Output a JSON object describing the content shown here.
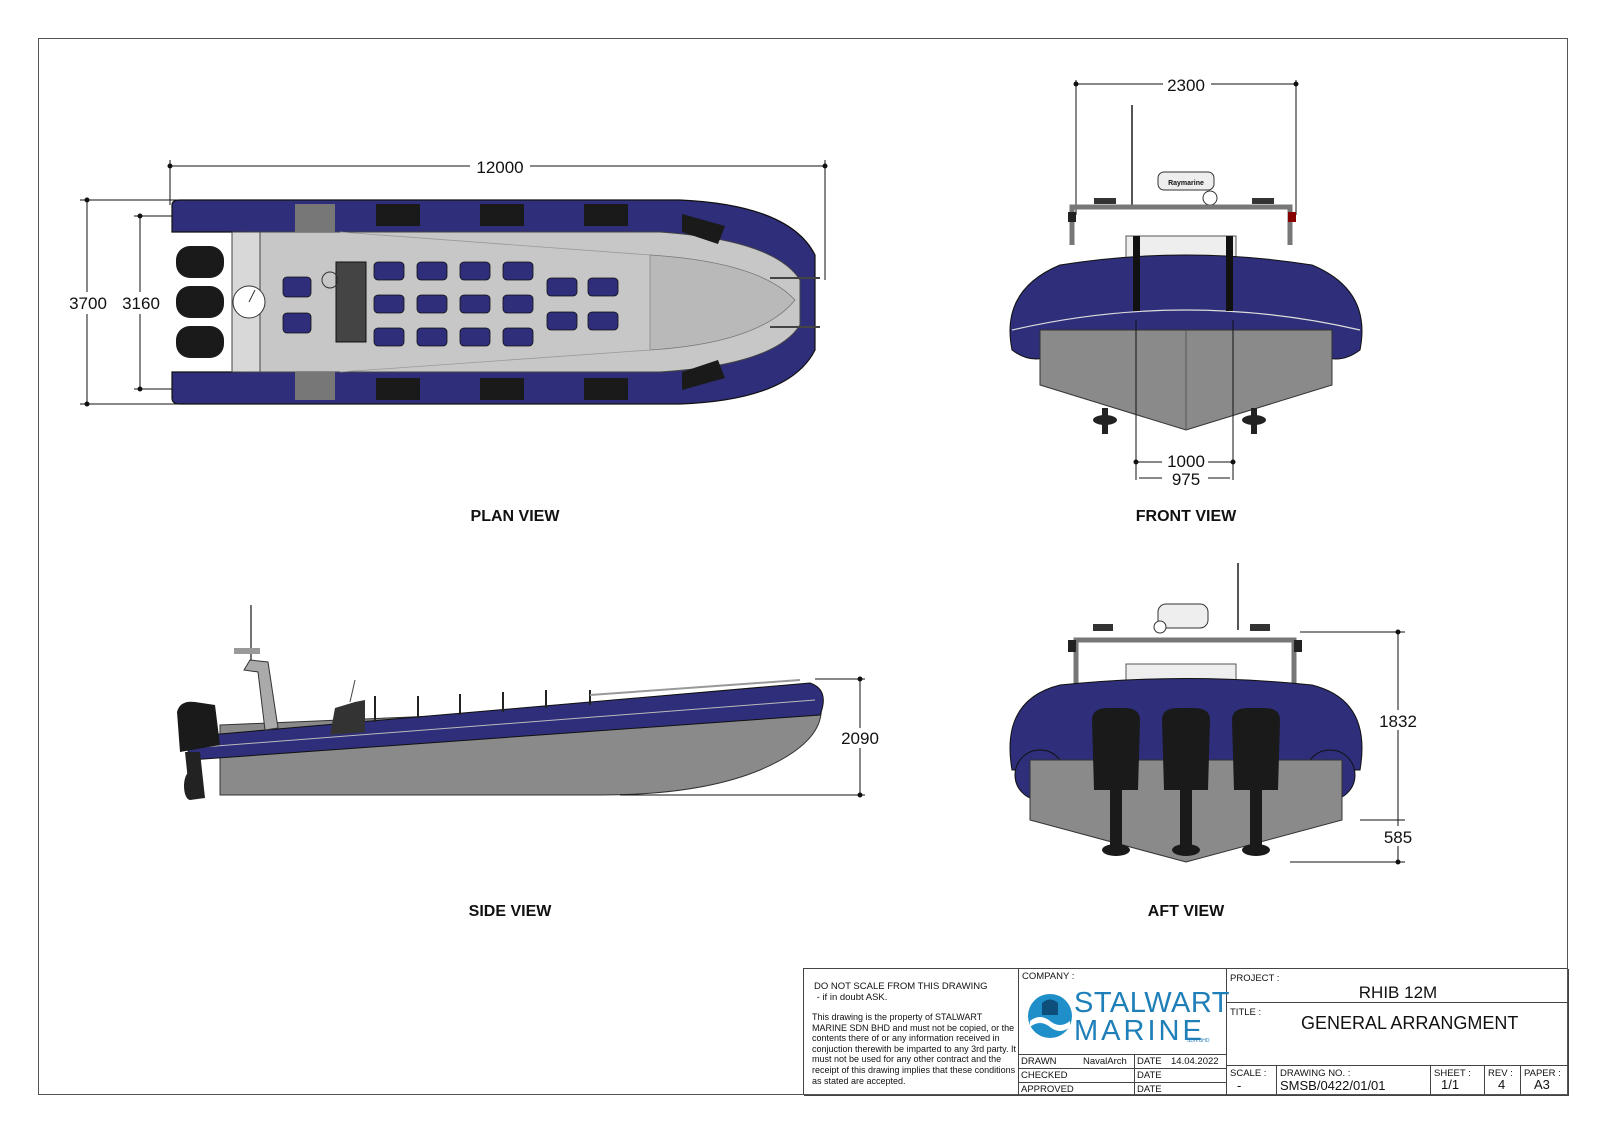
{
  "views": {
    "plan": "PLAN VIEW",
    "front": "FRONT VIEW",
    "side": "SIDE VIEW",
    "aft": "AFT VIEW"
  },
  "dimensions": {
    "plan_length": "12000",
    "plan_beam_overall": "3700",
    "plan_beam_inner": "3160",
    "front_beam": "2300",
    "front_keel_1": "1000",
    "front_keel_2": "975",
    "side_height": "2090",
    "aft_height": "1832",
    "aft_draft": "585"
  },
  "radar_brand": "Raymarine",
  "title_block": {
    "warning_1": "DO NOT SCALE FROM THIS DRAWING",
    "warning_2": " - if in doubt ASK.",
    "notice": "This drawing is the property of STALWART MARINE SDN BHD and must not be copied, or the contents there of or any information received in conjuction therewith be imparted to any 3rd party. It must not be used for any other contract and the receipt of this drawing implies that these conditions as stated are accepted.",
    "company_label": "COMPANY :",
    "logo_line1": "STALWART",
    "logo_line2": "MARINE",
    "logo_small": "SDN BHD",
    "drawn_label": "DRAWN",
    "drawn_by": "NavalArch",
    "date_label": "DATE",
    "drawn_date": "14.04.2022",
    "checked_label": "CHECKED",
    "approved_label": "APPROVED",
    "project_label": "PROJECT :",
    "project": "RHIB 12M",
    "title_label": "TITLE :",
    "title": "GENERAL ARRANGMENT",
    "scale_label": "SCALE :",
    "scale": "-",
    "drawing_no_label": "DRAWING NO. :",
    "drawing_no": "SMSB/0422/01/01",
    "sheet_label": "SHEET :",
    "sheet": "1/1",
    "rev_label": "REV :",
    "rev": "4",
    "paper_label": "PAPER :",
    "paper": "A3"
  },
  "colors": {
    "tube": "#2e2e7a",
    "deck": "#c4c4c4",
    "hull": "#8a8a8a",
    "engine": "#1a1a1a",
    "logo_blue": "#1f8fc9"
  }
}
